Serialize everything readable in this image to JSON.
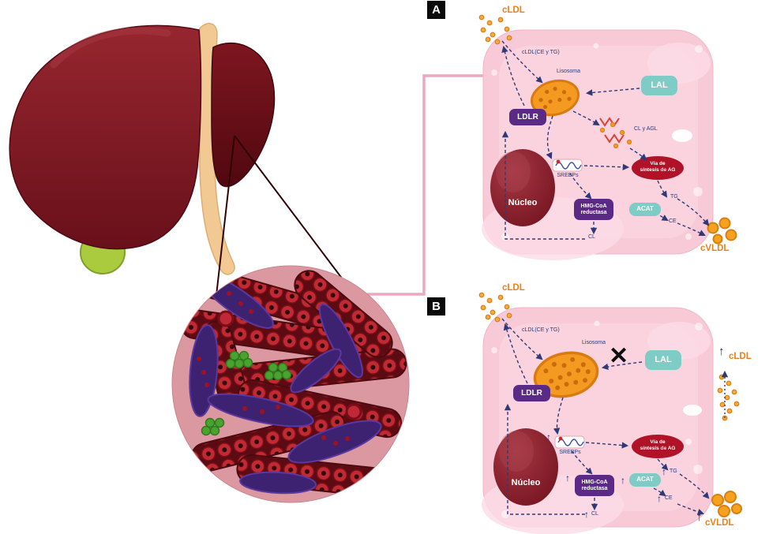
{
  "panels": {
    "a": {
      "label": "A"
    },
    "b": {
      "label": "B"
    }
  },
  "labels": {
    "cldl": "cLDL",
    "cldl_entry": "cLDL(CE y TG)",
    "lisosoma": "Lisosoma",
    "lal": "LAL",
    "ldlr": "LDLR",
    "cl_y_agl": "CL y AGL",
    "nucleo": "Núcleo",
    "srebps": "SREBPs",
    "via_line1": "Vía de",
    "via_line2": "síntesis de AG",
    "hmg_line1": "HMG-CoA",
    "hmg_line2": "reductasa",
    "acat": "ACAT",
    "tg": "TG",
    "ce": "CE",
    "cl": "CL",
    "cvldl": "cVLDL"
  },
  "icons": {
    "up_arrow": "↑",
    "x_mark": "✕"
  },
  "colors": {
    "orange": "#ef8b1f",
    "teal": "#7fccc6",
    "purple": "#5b2a86",
    "dark_red_oval": "#b01327",
    "navy_arrows": "#2e3a78",
    "pink_cell": "#f8c9d6"
  }
}
